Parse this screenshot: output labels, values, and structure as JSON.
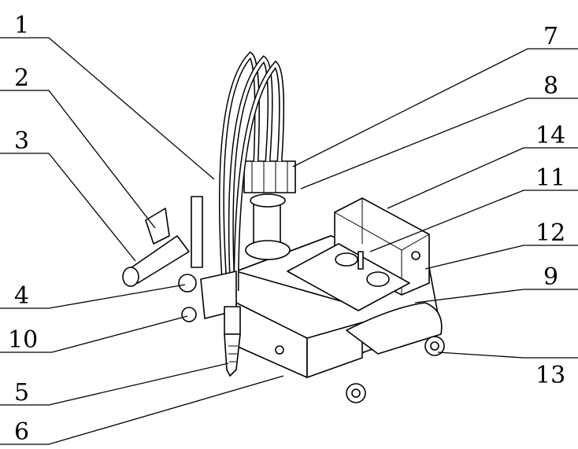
{
  "figure": {
    "labels": [
      "1",
      "2",
      "3",
      "4",
      "10",
      "5",
      "6",
      "7",
      "8",
      "14",
      "11",
      "12",
      "9",
      "13"
    ]
  }
}
